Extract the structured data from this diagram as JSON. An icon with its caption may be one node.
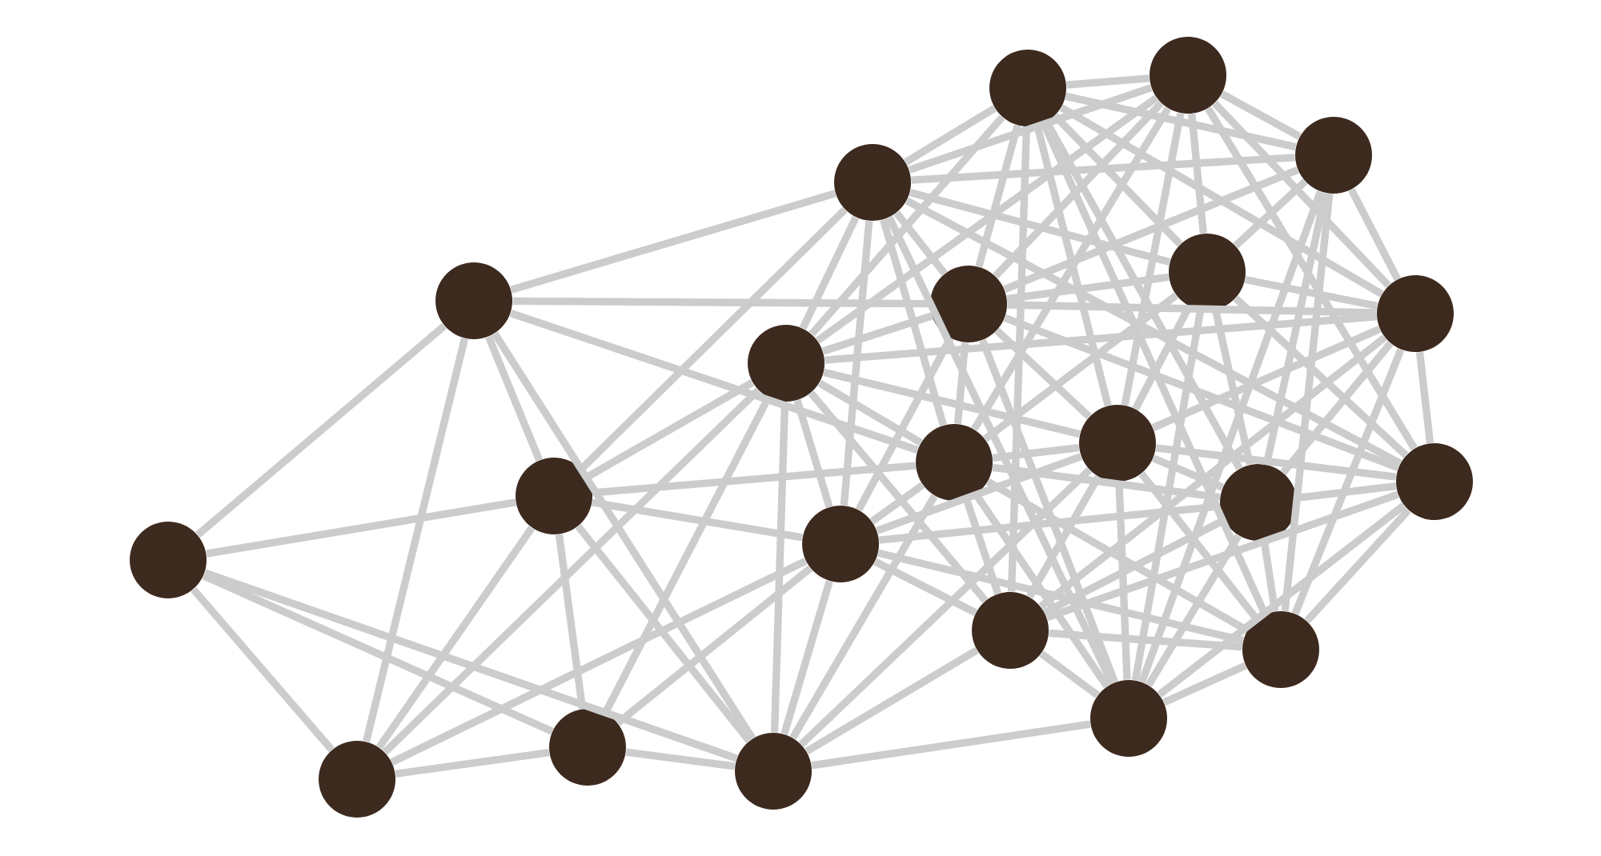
{
  "diagram": {
    "nodes": [
      {
        "text": [],
        "shape": "circle"
      },
      {
        "text": [],
        "shape": "circle"
      },
      {
        "text": [],
        "shape": "circle"
      },
      {
        "text": [],
        "shape": "circle"
      },
      {
        "text": [],
        "shape": "circle"
      },
      {
        "text": [],
        "shape": "circle"
      },
      {
        "text": [],
        "shape": "circle"
      },
      {
        "text": [],
        "shape": "circle"
      },
      {
        "text": [],
        "shape": "circle"
      },
      {
        "text": [],
        "shape": "circle"
      },
      {
        "text": [],
        "shape": "circle"
      },
      {
        "text": [],
        "shape": "circle"
      },
      {
        "text": [],
        "shape": "circle"
      },
      {
        "text": [],
        "shape": "circle"
      },
      {
        "text": [],
        "shape": "circle"
      },
      {
        "text": [],
        "shape": "circle"
      },
      {
        "text": [],
        "shape": "circle"
      },
      {
        "text": [],
        "shape": "circle"
      },
      {
        "text": [],
        "shape": "circle"
      },
      {
        "text": [],
        "shape": "circle"
      },
      {
        "text": [],
        "shape": "circle"
      },
      {
        "text": [],
        "shape": "circle"
      }
    ],
    "edges": [
      {
        "from": 4,
        "to": 10,
        "arrow": "none"
      },
      {
        "from": 9,
        "to": 10,
        "arrow": "none"
      },
      {
        "from": 10,
        "to": 19,
        "arrow": "none"
      },
      {
        "from": 10,
        "to": 20,
        "arrow": "none"
      },
      {
        "from": 10,
        "to": 21,
        "arrow": "none"
      },
      {
        "from": 2,
        "to": 4,
        "arrow": "none"
      },
      {
        "from": 4,
        "to": 5,
        "arrow": "none"
      },
      {
        "from": 4,
        "to": 9,
        "arrow": "none"
      },
      {
        "from": 4,
        "to": 11,
        "arrow": "none"
      },
      {
        "from": 4,
        "to": 19,
        "arrow": "none"
      },
      {
        "from": 4,
        "to": 21,
        "arrow": "none"
      },
      {
        "from": 8,
        "to": 9,
        "arrow": "none"
      },
      {
        "from": 2,
        "to": 9,
        "arrow": "none"
      },
      {
        "from": 9,
        "to": 11,
        "arrow": "none"
      },
      {
        "from": 9,
        "to": 15,
        "arrow": "none"
      },
      {
        "from": 9,
        "to": 19,
        "arrow": "none"
      },
      {
        "from": 9,
        "to": 20,
        "arrow": "none"
      },
      {
        "from": 9,
        "to": 21,
        "arrow": "none"
      },
      {
        "from": 8,
        "to": 19,
        "arrow": "none"
      },
      {
        "from": 15,
        "to": 19,
        "arrow": "none"
      },
      {
        "from": 19,
        "to": 20,
        "arrow": "none"
      },
      {
        "from": 8,
        "to": 20,
        "arrow": "none"
      },
      {
        "from": 15,
        "to": 20,
        "arrow": "none"
      },
      {
        "from": 20,
        "to": 21,
        "arrow": "none"
      },
      {
        "from": 8,
        "to": 21,
        "arrow": "none"
      },
      {
        "from": 15,
        "to": 21,
        "arrow": "none"
      },
      {
        "from": 11,
        "to": 21,
        "arrow": "none"
      },
      {
        "from": 12,
        "to": 21,
        "arrow": "none"
      },
      {
        "from": 16,
        "to": 21,
        "arrow": "none"
      },
      {
        "from": 18,
        "to": 21,
        "arrow": "none"
      },
      {
        "from": 0,
        "to": 1,
        "arrow": "none"
      },
      {
        "from": 0,
        "to": 2,
        "arrow": "none"
      },
      {
        "from": 0,
        "to": 3,
        "arrow": "none"
      },
      {
        "from": 0,
        "to": 5,
        "arrow": "none"
      },
      {
        "from": 0,
        "to": 6,
        "arrow": "none"
      },
      {
        "from": 0,
        "to": 7,
        "arrow": "none"
      },
      {
        "from": 0,
        "to": 8,
        "arrow": "none"
      },
      {
        "from": 0,
        "to": 12,
        "arrow": "none"
      },
      {
        "from": 0,
        "to": 13,
        "arrow": "none"
      },
      {
        "from": 0,
        "to": 16,
        "arrow": "none"
      },
      {
        "from": 0,
        "to": 17,
        "arrow": "none"
      },
      {
        "from": 1,
        "to": 2,
        "arrow": "none"
      },
      {
        "from": 1,
        "to": 3,
        "arrow": "none"
      },
      {
        "from": 1,
        "to": 5,
        "arrow": "none"
      },
      {
        "from": 1,
        "to": 6,
        "arrow": "none"
      },
      {
        "from": 1,
        "to": 7,
        "arrow": "none"
      },
      {
        "from": 1,
        "to": 8,
        "arrow": "none"
      },
      {
        "from": 1,
        "to": 11,
        "arrow": "none"
      },
      {
        "from": 1,
        "to": 12,
        "arrow": "none"
      },
      {
        "from": 1,
        "to": 14,
        "arrow": "none"
      },
      {
        "from": 2,
        "to": 3,
        "arrow": "none"
      },
      {
        "from": 2,
        "to": 5,
        "arrow": "none"
      },
      {
        "from": 2,
        "to": 6,
        "arrow": "none"
      },
      {
        "from": 2,
        "to": 8,
        "arrow": "none"
      },
      {
        "from": 2,
        "to": 11,
        "arrow": "none"
      },
      {
        "from": 2,
        "to": 14,
        "arrow": "none"
      },
      {
        "from": 2,
        "to": 15,
        "arrow": "none"
      },
      {
        "from": 2,
        "to": 18,
        "arrow": "none"
      },
      {
        "from": 3,
        "to": 5,
        "arrow": "none"
      },
      {
        "from": 3,
        "to": 6,
        "arrow": "none"
      },
      {
        "from": 3,
        "to": 7,
        "arrow": "none"
      },
      {
        "from": 3,
        "to": 13,
        "arrow": "none"
      },
      {
        "from": 3,
        "to": 17,
        "arrow": "none"
      },
      {
        "from": 3,
        "to": 18,
        "arrow": "none"
      },
      {
        "from": 5,
        "to": 6,
        "arrow": "none"
      },
      {
        "from": 5,
        "to": 7,
        "arrow": "none"
      },
      {
        "from": 5,
        "to": 8,
        "arrow": "none"
      },
      {
        "from": 5,
        "to": 11,
        "arrow": "none"
      },
      {
        "from": 5,
        "to": 12,
        "arrow": "none"
      },
      {
        "from": 5,
        "to": 14,
        "arrow": "none"
      },
      {
        "from": 5,
        "to": 15,
        "arrow": "none"
      },
      {
        "from": 5,
        "to": 18,
        "arrow": "none"
      },
      {
        "from": 6,
        "to": 7,
        "arrow": "none"
      },
      {
        "from": 6,
        "to": 11,
        "arrow": "none"
      },
      {
        "from": 6,
        "to": 12,
        "arrow": "none"
      },
      {
        "from": 6,
        "to": 13,
        "arrow": "none"
      },
      {
        "from": 6,
        "to": 14,
        "arrow": "none"
      },
      {
        "from": 6,
        "to": 18,
        "arrow": "none"
      },
      {
        "from": 7,
        "to": 8,
        "arrow": "none"
      },
      {
        "from": 7,
        "to": 12,
        "arrow": "none"
      },
      {
        "from": 7,
        "to": 13,
        "arrow": "none"
      },
      {
        "from": 7,
        "to": 14,
        "arrow": "none"
      },
      {
        "from": 7,
        "to": 16,
        "arrow": "none"
      },
      {
        "from": 7,
        "to": 17,
        "arrow": "none"
      },
      {
        "from": 8,
        "to": 11,
        "arrow": "none"
      },
      {
        "from": 8,
        "to": 12,
        "arrow": "none"
      },
      {
        "from": 8,
        "to": 15,
        "arrow": "none"
      },
      {
        "from": 8,
        "to": 16,
        "arrow": "none"
      },
      {
        "from": 11,
        "to": 12,
        "arrow": "none"
      },
      {
        "from": 11,
        "to": 13,
        "arrow": "none"
      },
      {
        "from": 11,
        "to": 15,
        "arrow": "none"
      },
      {
        "from": 11,
        "to": 16,
        "arrow": "none"
      },
      {
        "from": 11,
        "to": 17,
        "arrow": "none"
      },
      {
        "from": 11,
        "to": 18,
        "arrow": "none"
      },
      {
        "from": 12,
        "to": 13,
        "arrow": "none"
      },
      {
        "from": 12,
        "to": 14,
        "arrow": "none"
      },
      {
        "from": 12,
        "to": 15,
        "arrow": "none"
      },
      {
        "from": 12,
        "to": 16,
        "arrow": "none"
      },
      {
        "from": 12,
        "to": 17,
        "arrow": "none"
      },
      {
        "from": 12,
        "to": 18,
        "arrow": "none"
      },
      {
        "from": 13,
        "to": 14,
        "arrow": "none"
      },
      {
        "from": 13,
        "to": 15,
        "arrow": "none"
      },
      {
        "from": 13,
        "to": 16,
        "arrow": "none"
      },
      {
        "from": 13,
        "to": 17,
        "arrow": "none"
      },
      {
        "from": 13,
        "to": 18,
        "arrow": "none"
      },
      {
        "from": 14,
        "to": 16,
        "arrow": "none"
      },
      {
        "from": 14,
        "to": 17,
        "arrow": "none"
      },
      {
        "from": 14,
        "to": 18,
        "arrow": "none"
      },
      {
        "from": 15,
        "to": 16,
        "arrow": "none"
      },
      {
        "from": 15,
        "to": 17,
        "arrow": "none"
      },
      {
        "from": 16,
        "to": 17,
        "arrow": "none"
      },
      {
        "from": 16,
        "to": 18,
        "arrow": "none"
      },
      {
        "from": 17,
        "to": 18,
        "arrow": "none"
      }
    ]
  }
}
